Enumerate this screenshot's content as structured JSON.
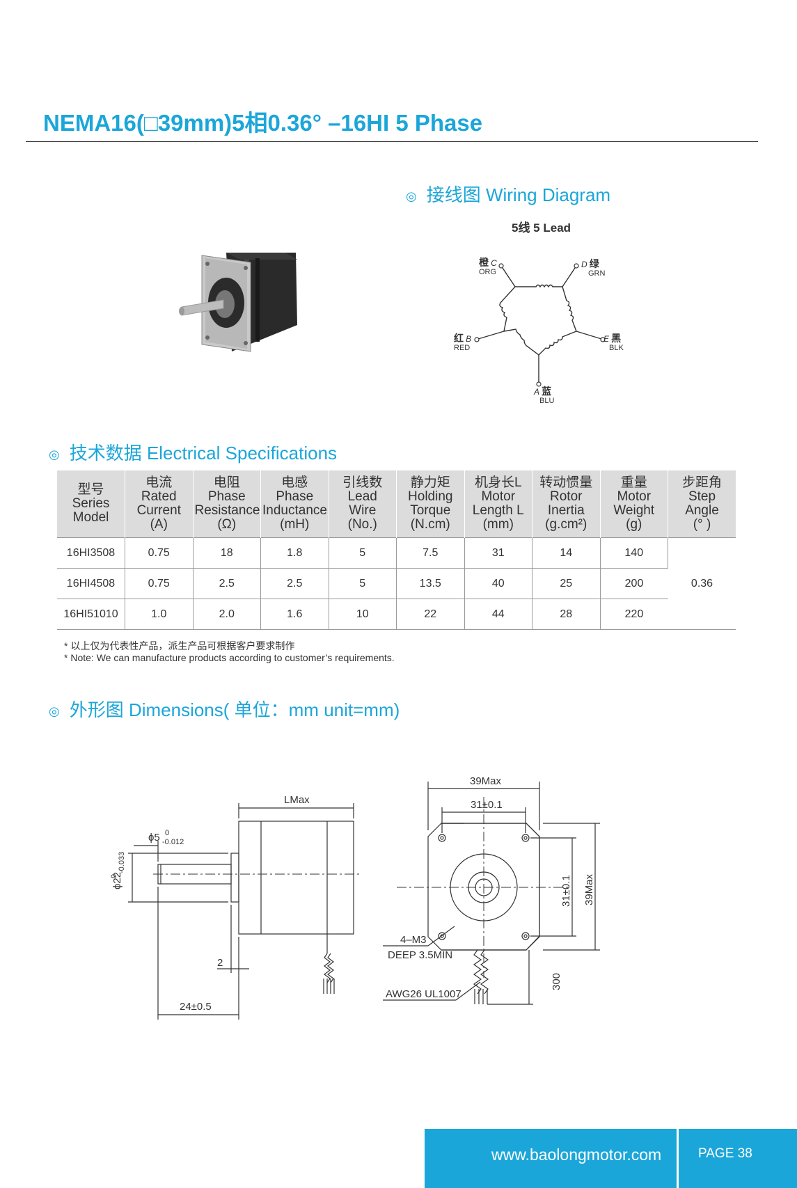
{
  "title": "NEMA16(□39mm)5相0.36° –16HI 5 Phase",
  "wiring": {
    "heading": "接线图  Wiring Diagram",
    "lead_title": "5线  5 Lead",
    "c": {
      "cn": "橙",
      "letter": "C",
      "en": "ORG"
    },
    "d": {
      "cn": "绿",
      "letter": "D",
      "en": "GRN"
    },
    "b": {
      "cn": "红",
      "letter": "B",
      "en": "RED"
    },
    "e": {
      "cn": "黑",
      "letter": "E",
      "en": "BLK"
    },
    "a": {
      "cn": "蓝",
      "letter": "A",
      "en": "BLU"
    }
  },
  "electrical": {
    "heading": "技术数据  Electrical Specifications",
    "headers": [
      [
        "型号",
        "Series",
        "Model"
      ],
      [
        "电流",
        "Rated",
        "Current",
        "(A)"
      ],
      [
        "电阻",
        "Phase",
        "Resistance",
        "(Ω)"
      ],
      [
        "电感",
        "Phase",
        "Inductance",
        "(mH)"
      ],
      [
        "引线数",
        "Lead",
        "Wire",
        "(No.)"
      ],
      [
        "静力矩",
        "Holding",
        "Torque",
        "(N.cm)"
      ],
      [
        "机身长L",
        "Motor",
        "Length L",
        "(mm)"
      ],
      [
        "转动惯量",
        "Rotor",
        "Inertia",
        "(g.cm²)"
      ],
      [
        "重量",
        "Motor",
        "Weight",
        "(g)"
      ],
      [
        "步距角",
        "Step",
        "Angle",
        "(°  )"
      ]
    ],
    "rows": [
      [
        "16HI3508",
        "0.75",
        "18",
        "1.8",
        "5",
        "7.5",
        "31",
        "14",
        "140"
      ],
      [
        "16HI4508",
        "0.75",
        "2.5",
        "2.5",
        "5",
        "13.5",
        "40",
        "25",
        "200"
      ],
      [
        "16HI51010",
        "1.0",
        "2.0",
        "1.6",
        "10",
        "22",
        "44",
        "28",
        "220"
      ]
    ],
    "step_angle": "0.36",
    "note_cn": "* 以上仅为代表性产品，派生产品可根据客户要求制作",
    "note_en": "* Note: We can manufacture products according to customer’s requirements."
  },
  "dimensions": {
    "heading": "外形图 Dimensions( 单位：mm  unit=mm)",
    "lmax": "LMax",
    "shaft_dia": "ϕ5",
    "shaft_tol_top": "0",
    "shaft_tol_bottom": "-0.012",
    "boss_dia": "ϕ22",
    "boss_tol_top": "0",
    "boss_tol_bottom": "-0.033",
    "boss_len": "2",
    "shaft_len": "24±0.5",
    "width_max": "39Max",
    "hole_spacing": "31±0.1",
    "hole_spacing_v": "31±0.1",
    "height_max": "39Max",
    "mount_holes": "4–M3",
    "mount_depth": "DEEP  3.5MIN",
    "lead_len": "300",
    "cable": "AWG26  UL1007"
  },
  "footer": {
    "url": "www.baolongmotor.com",
    "page": "PAGE 38"
  }
}
